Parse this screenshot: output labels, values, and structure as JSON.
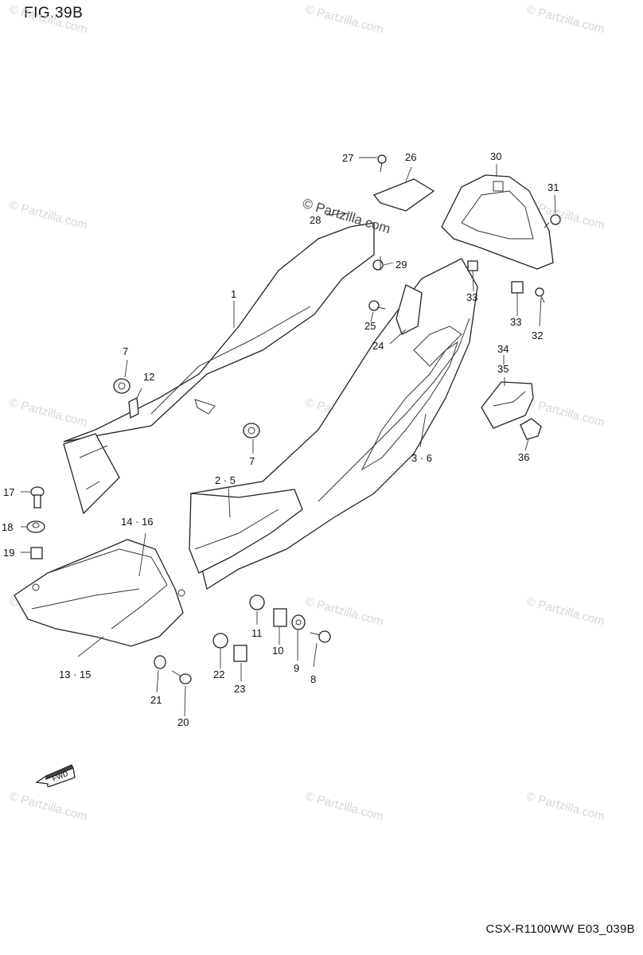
{
  "figure_title": "FIG.39B",
  "model_code": "CSX-R1100WW  E03_039B",
  "watermark_main": "© Partzilla.com",
  "watermark_faint": "© Partzilla.com",
  "fwd_label": "FWD",
  "callouts": {
    "c1": "1",
    "c2_5": "2 · 5",
    "c3_6": "3 · 6",
    "c7a": "7",
    "c7b": "7",
    "c8": "8",
    "c9": "9",
    "c10": "10",
    "c11": "11",
    "c12": "12",
    "c13_15": "13 · 15",
    "c14_16": "14 · 16",
    "c17": "17",
    "c18": "18",
    "c19": "19",
    "c20": "20",
    "c21": "21",
    "c22": "22",
    "c23": "23",
    "c24": "24",
    "c25": "25",
    "c26": "26",
    "c27": "27",
    "c28": "28",
    "c29": "29",
    "c30": "30",
    "c31": "31",
    "c32": "32",
    "c33a": "33",
    "c33b": "33",
    "c34": "34",
    "c35": "35",
    "c36": "36"
  }
}
